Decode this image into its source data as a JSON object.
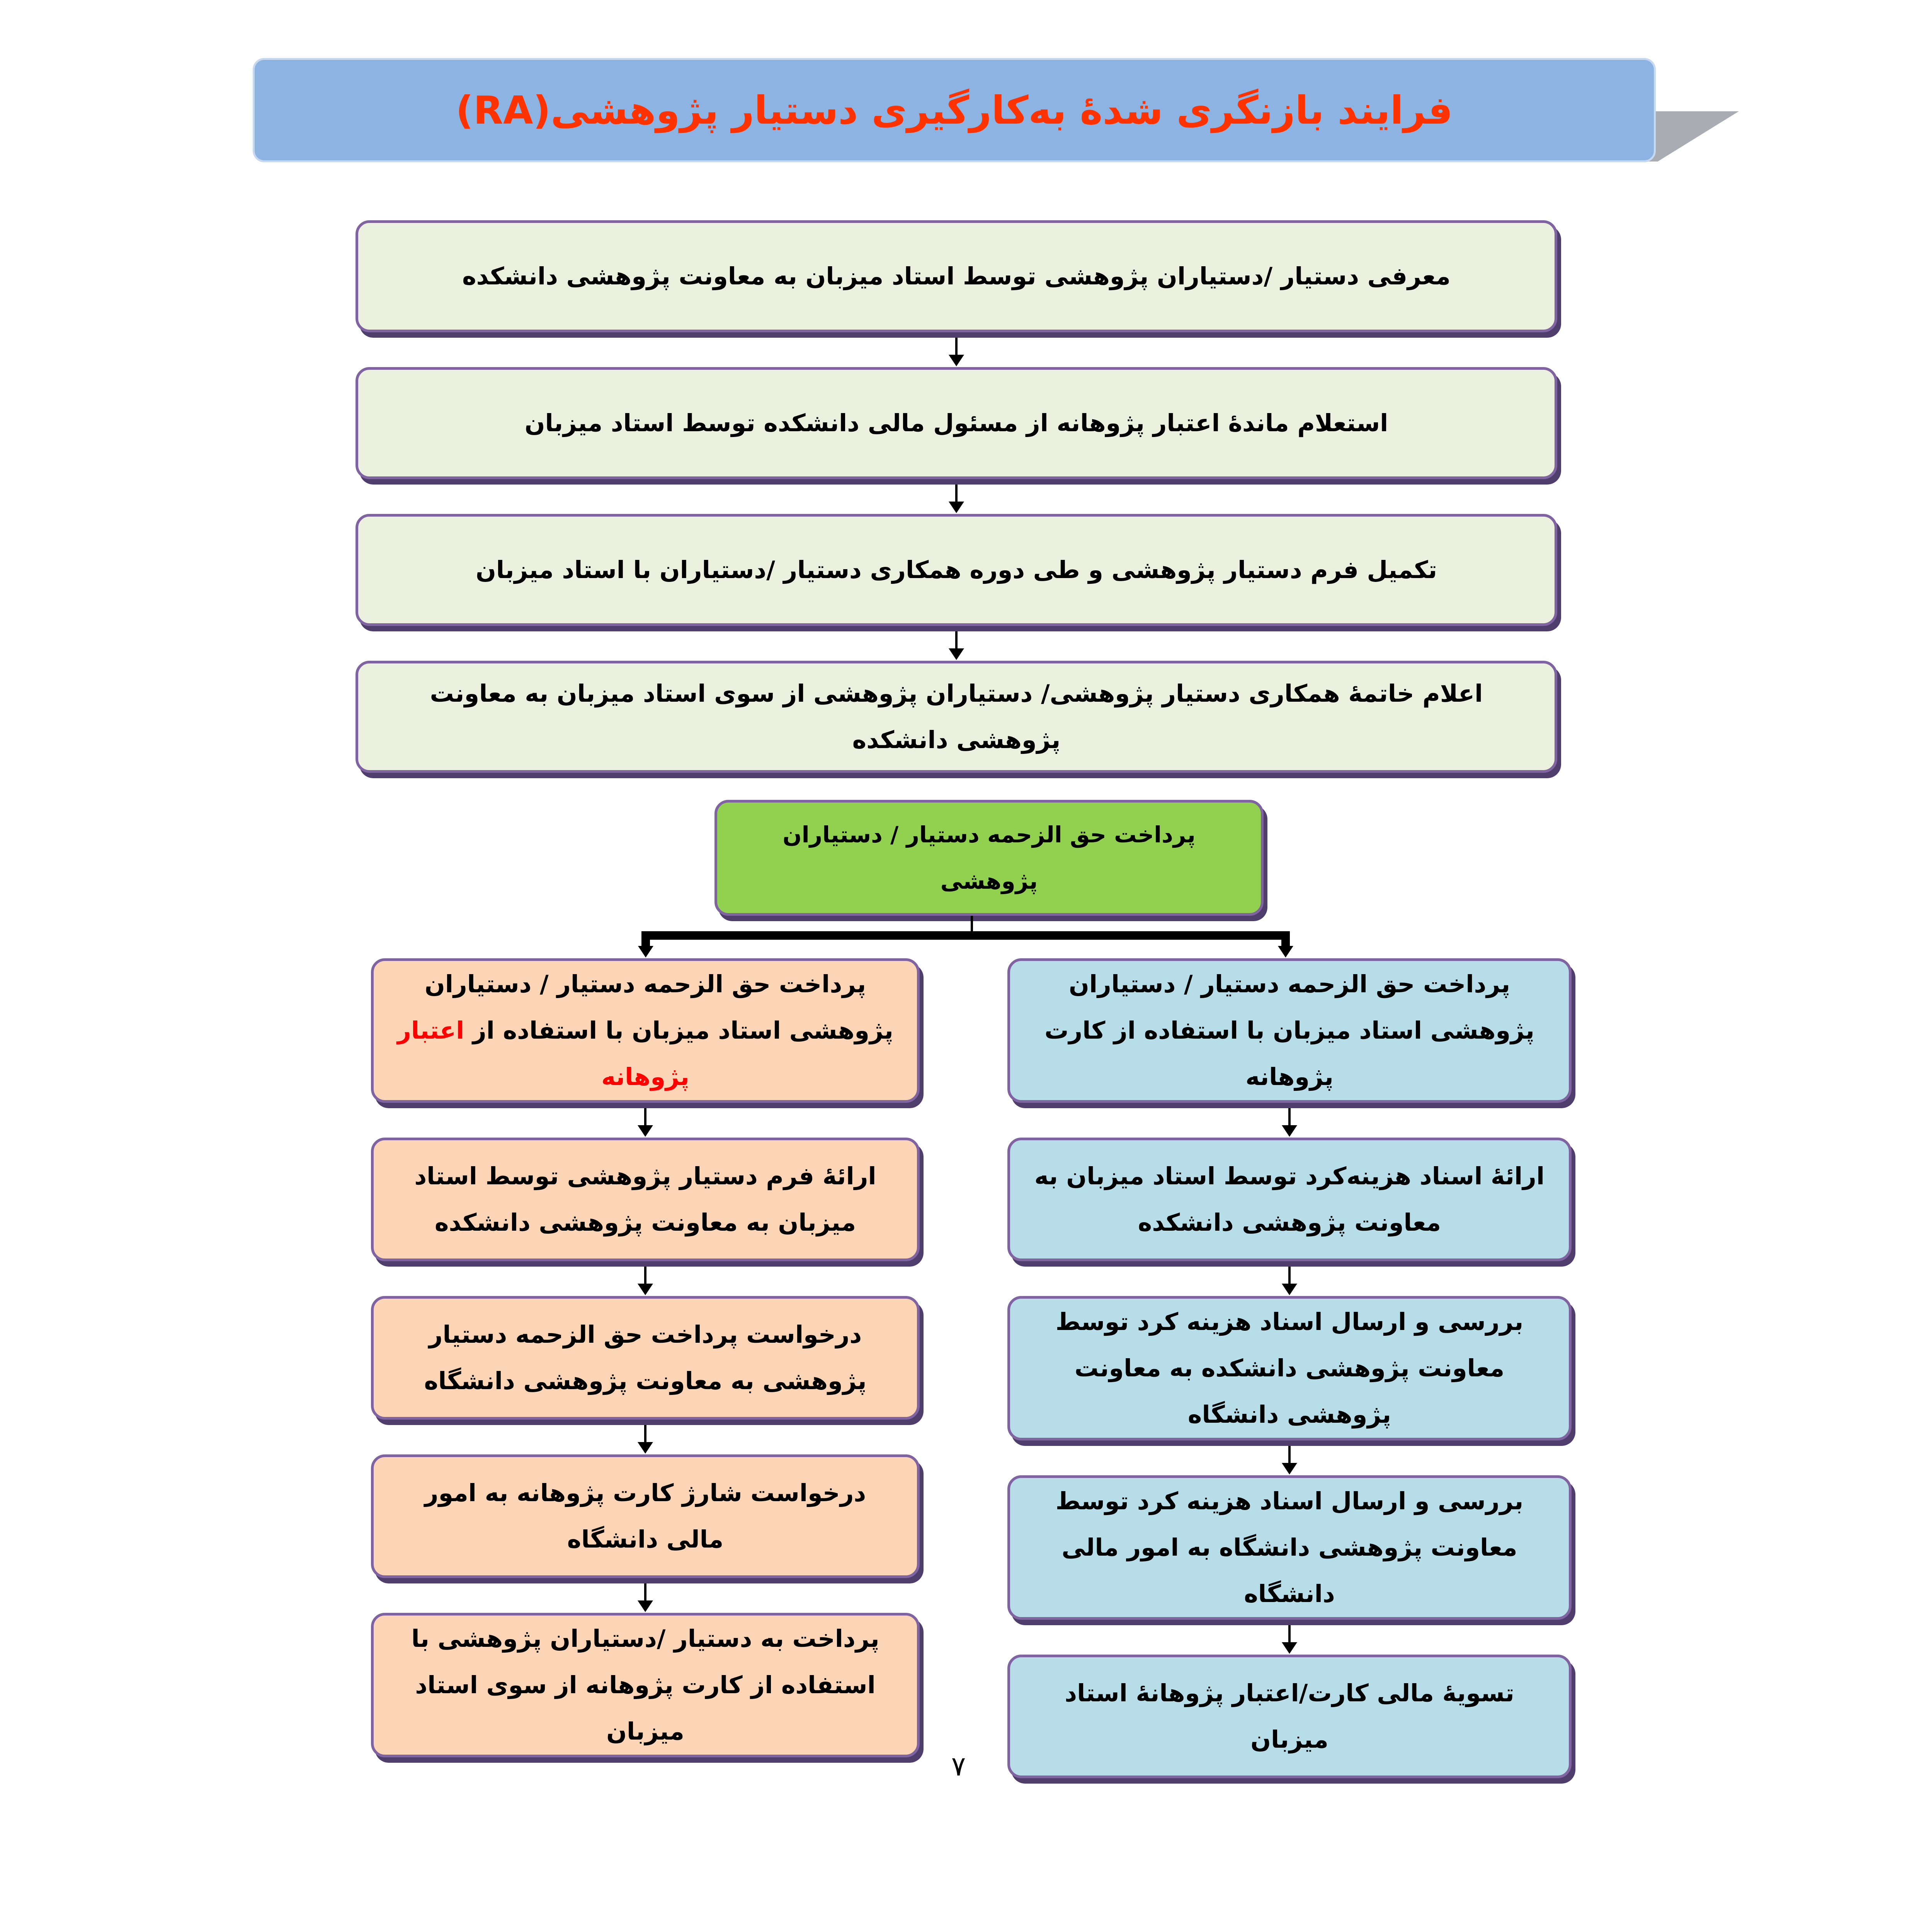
{
  "title": "فرایند بازنگری شدهٔ به‌کارگیری دستیار پژوهشی(RA)",
  "main_steps": [
    "معرفی دستیار /دستیاران پژوهشی  توسط استاد میزبان به معاونت پژوهشی دانشکده",
    "استعلام ماندهٔ اعتبار پژوهانه از مسئول مالی دانشکده توسط استاد میزبان",
    "تکمیل فرم دستیار پژوهشی و طی دوره همکاری دستیار /دستیاران با استاد میزبان",
    "اعلام خاتمهٔ همکاری دستیار پژوهشی/ دستیاران پژوهشی از سوی استاد میزبان به معاونت پژوهشی دانشکده"
  ],
  "payment_step": "پرداخت حق الزحمه دستیار / دستیاران  پژوهشی",
  "left_branch": {
    "first": {
      "text": "پرداخت حق الزحمه دستیار / دستیاران پژوهشی استاد میزبان  با استفاده از ",
      "highlight": "اعتبار پژوهانه"
    },
    "steps": [
      "ارائهٔ فرم دستیار پژوهشی توسط استاد میزبان به معاونت پژوهشی دانشکده",
      "درخواست پرداخت حق الزحمه دستیار پژوهشی به معاونت پژوهشی دانشگاه",
      "درخواست شارژ کارت پژوهانه به امور مالی دانشگاه",
      "پرداخت به دستیار /دستیاران پژوهشی با استفاده از کارت پژوهانه از سوی استاد میزبان"
    ]
  },
  "right_branch": {
    "steps": [
      "پرداخت حق الزحمه دستیار / دستیاران پژوهشی استاد میزبان  با استفاده  از کارت پژوهانه",
      "ارائهٔ اسناد هزینه‌کرد  توسط استاد میزبان به معاونت پژوهشی دانشکده",
      "بررسی و ارسال اسناد هزینه کرد توسط معاونت پژوهشی دانشکده  به معاونت پژوهشی دانشگاه",
      "بررسی و ارسال اسناد هزینه کرد توسط معاونت پژوهشی دانشگاه به امور مالی دانشگاه",
      "تسویهٔ مالی کارت/اعتبار پژوهانهٔ استاد میزبان"
    ]
  },
  "page_number": "۷",
  "colors": {
    "title": "#ff3300",
    "banner": "#8db3e2",
    "cream": "#ebf1de",
    "green": "#92d050",
    "peach": "#fbd5b5",
    "blue": "#b7dde8",
    "border": "#8064a2",
    "highlight": "#ff0000"
  }
}
